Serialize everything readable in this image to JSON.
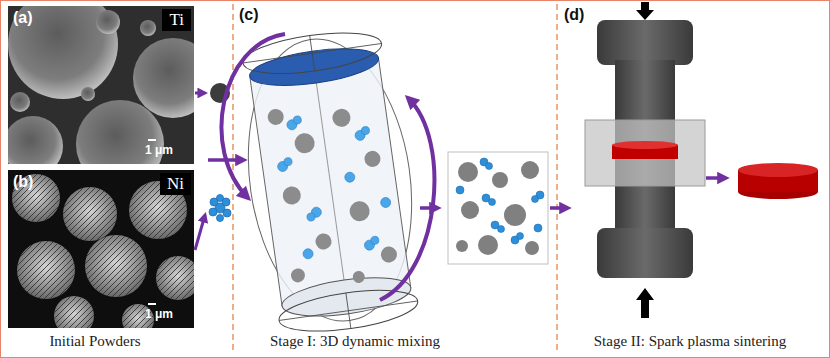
{
  "diagram": {
    "nodes": [
      {
        "text": [
          "(a)",
          "1 μm"
        ]
      },
      {
        "text": [
          "Ti"
        ],
        "in": 0
      },
      {
        "text": [
          "(b)",
          "1 μm"
        ]
      },
      {
        "text": [
          "Ni"
        ],
        "in": 2
      }
    ],
    "labels": [
      "(c)",
      "(d)",
      "Initial Powders",
      "Stage I: 3D dynamic mixing",
      "Stage II: Spark plasma sintering"
    ]
  }
}
